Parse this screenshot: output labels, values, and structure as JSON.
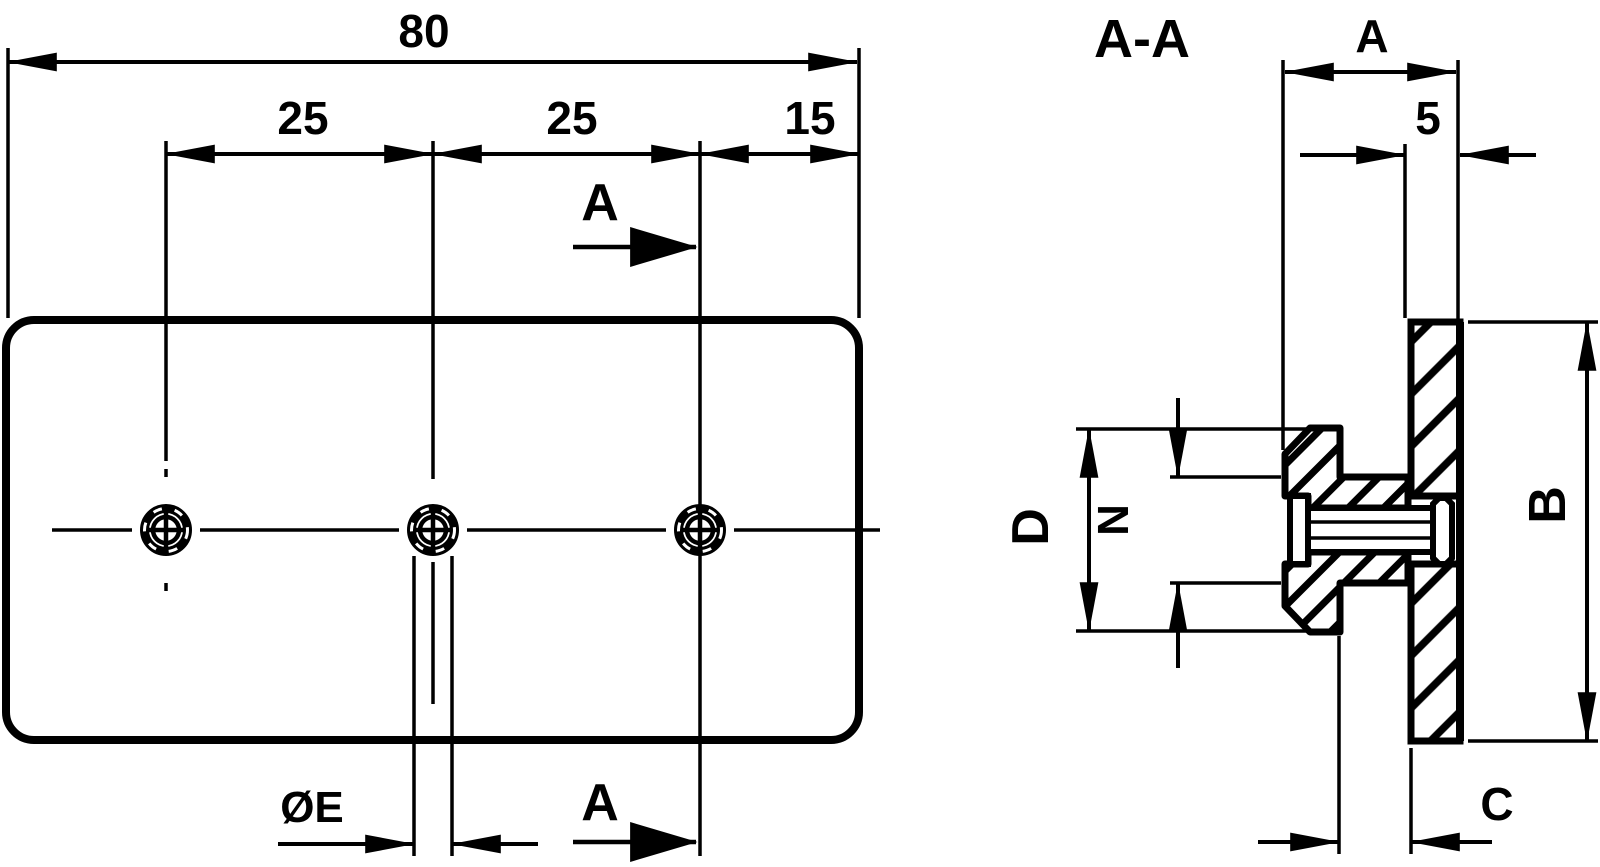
{
  "page": {
    "background_color": "#ffffff",
    "line_color": "#000000"
  },
  "front_view": {
    "dim_overall_width": "80",
    "dim_hole_pitch_left": "25",
    "dim_hole_pitch_right": "25",
    "dim_edge_distance": "15",
    "dim_hole_diameter": "ØE",
    "section_arrow_label_top": "A",
    "section_arrow_label_bottom": "A"
  },
  "section_view": {
    "title": "A-A",
    "dim_overall_depth": "A",
    "dim_plate_thickness": "5",
    "dim_body_height": "D",
    "dim_slot_height": "N",
    "dim_plate_height": "B",
    "dim_foot_depth": "C"
  }
}
